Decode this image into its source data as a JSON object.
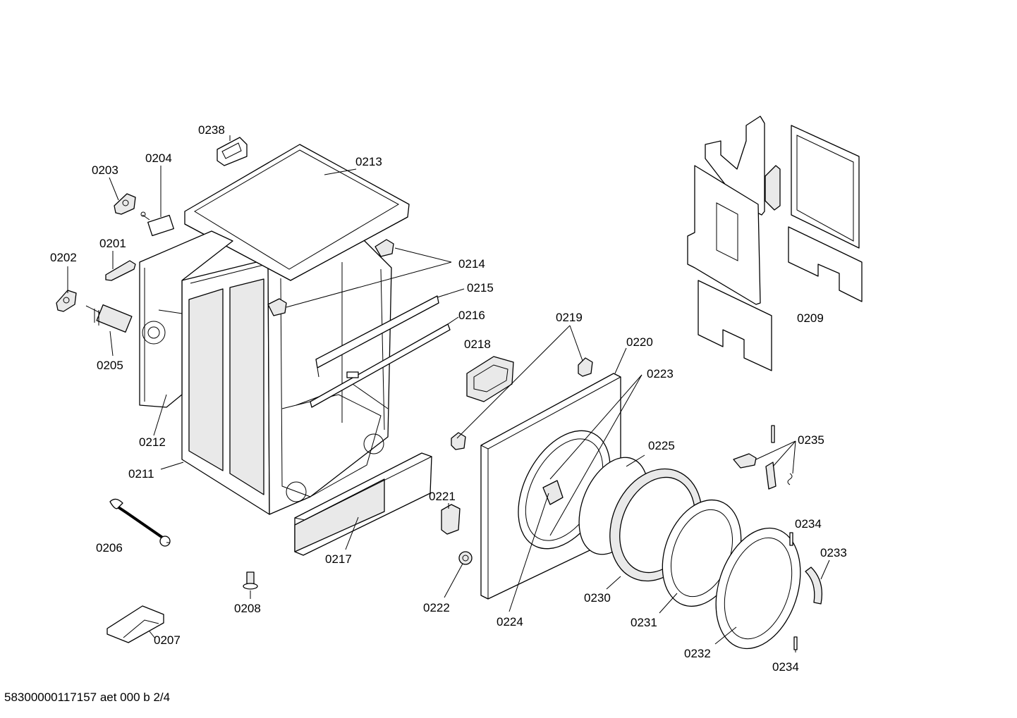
{
  "labels": {
    "p0201": "0201",
    "p0202": "0202",
    "p0203": "0203",
    "p0204": "0204",
    "p0205": "0205",
    "p0206": "0206",
    "p0207": "0207",
    "p0208": "0208",
    "p0209": "0209",
    "p0211": "0211",
    "p0212": "0212",
    "p0213": "0213",
    "p0214": "0214",
    "p0215": "0215",
    "p0216": "0216",
    "p0217": "0217",
    "p0218": "0218",
    "p0219": "0219",
    "p0220": "0220",
    "p0221": "0221",
    "p0222": "0222",
    "p0223": "0223",
    "p0224": "0224",
    "p0225": "0225",
    "p0230": "0230",
    "p0231": "0231",
    "p0232": "0232",
    "p0233": "0233",
    "p0234a": "0234",
    "p0234b": "0234",
    "p0235": "0235",
    "p0238": "0238"
  },
  "footer": {
    "code": "58300000117157 aet 000 b 2/4"
  }
}
